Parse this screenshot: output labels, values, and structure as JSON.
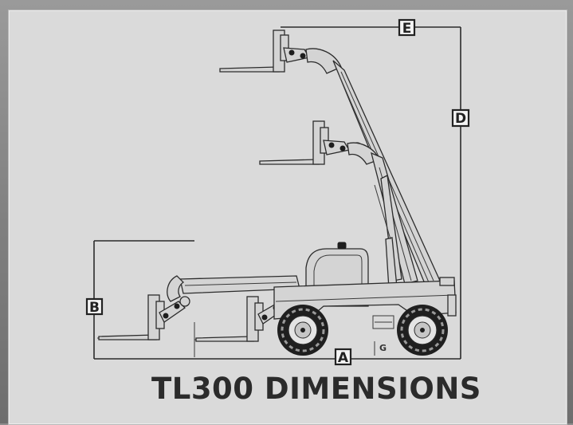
{
  "title": "TL300 DIMENSIONS",
  "dimension_labels": {
    "a": "A",
    "b": "B",
    "d": "D",
    "e": "E",
    "g": "G"
  },
  "colors": {
    "panel": "#dadada",
    "line": "#222222",
    "title": "#2b2b2b",
    "background": "#8d8d8d"
  }
}
